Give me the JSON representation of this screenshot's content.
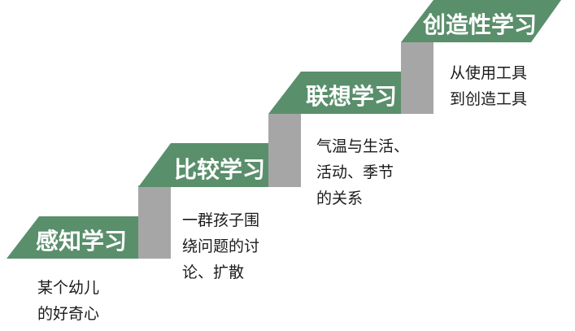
{
  "colors": {
    "step_top": "#5a8f6c",
    "step_riser": "#a6a6a6",
    "text": "#1a1a1a",
    "title_text": "#ffffff"
  },
  "steps": [
    {
      "title": "感知学习",
      "desc": [
        "某个幼儿",
        "的好奇心"
      ]
    },
    {
      "title": "比较学习",
      "desc": [
        "一群孩子围",
        "绕问题的讨",
        "论、扩散"
      ]
    },
    {
      "title": "联想学习",
      "desc": [
        "气温与生活、",
        "活动、季节",
        "的关系"
      ]
    },
    {
      "title": "创造性学习",
      "desc": [
        "从使用工具",
        "到创造工具"
      ]
    }
  ]
}
